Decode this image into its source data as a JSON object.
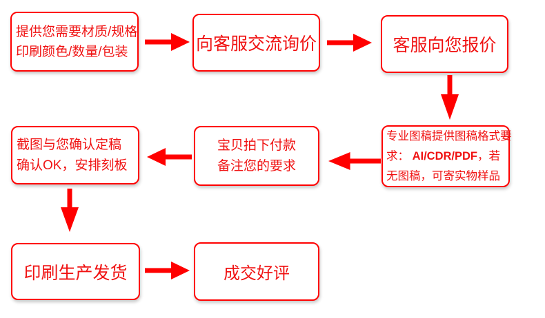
{
  "flow": {
    "title": "order-process-flowchart",
    "colors": {
      "border_red": "#ff0000",
      "text_red": "#f01212",
      "arrow_red": "#ff0000",
      "background": "#ffffff"
    },
    "steps": {
      "requirements": {
        "line1": "提供您需要材质/规格",
        "line2": "印刷颜色/数量/包装"
      },
      "inquiry": {
        "label": "向客服交流询价"
      },
      "quote": {
        "label": "客服向您报价"
      },
      "artwork": {
        "line1": "专业图稿提供图稿格式要",
        "line2_pre": "求： ",
        "line2_bold": "AI/CDR/PDF",
        "line2_post": "，若",
        "line3": "无图稿，可寄实物样品"
      },
      "payment": {
        "line1": "宝贝拍下付款",
        "line2": "备注您的要求"
      },
      "confirmation": {
        "line1": "截图与您确认定稿",
        "line2": "确认OK，安排刻板"
      },
      "production": {
        "label": "印刷生产发货"
      },
      "review": {
        "label": "成交好评"
      }
    },
    "connections": [
      {
        "from": "requirements",
        "to": "inquiry",
        "arrow": "right"
      },
      {
        "from": "inquiry",
        "to": "quote",
        "arrow": "right"
      },
      {
        "from": "quote",
        "to": "artwork",
        "arrow": "down"
      },
      {
        "from": "artwork",
        "to": "payment",
        "arrow": "left"
      },
      {
        "from": "payment",
        "to": "confirmation",
        "arrow": "left"
      },
      {
        "from": "confirmation",
        "to": "production",
        "arrow": "down"
      },
      {
        "from": "production",
        "to": "review",
        "arrow": "right"
      }
    ]
  }
}
